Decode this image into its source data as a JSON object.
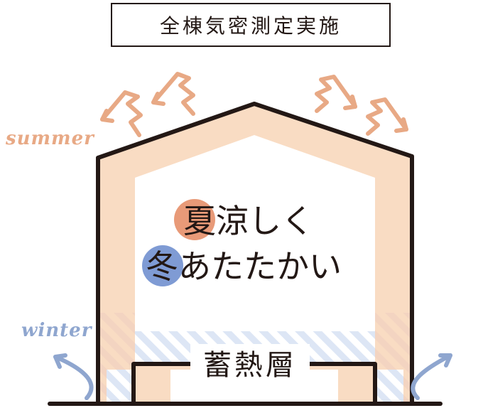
{
  "title": "全棟気密測定実施",
  "labels": {
    "summer": "summer",
    "winter": "winter",
    "cool_char": "夏",
    "cool_rest": "涼しく",
    "warm_char": "冬",
    "warm_rest": "あたたかい",
    "storage_layer": "蓄熱層"
  },
  "colors": {
    "wall": "#f9dcc3",
    "outline": "#231815",
    "summer": "#e89a78",
    "winter": "#7f9bd4",
    "hatch": "#dde6f5"
  },
  "icons": [
    "heat-escape-arrow-icon",
    "cold-air-arrow-icon"
  ]
}
